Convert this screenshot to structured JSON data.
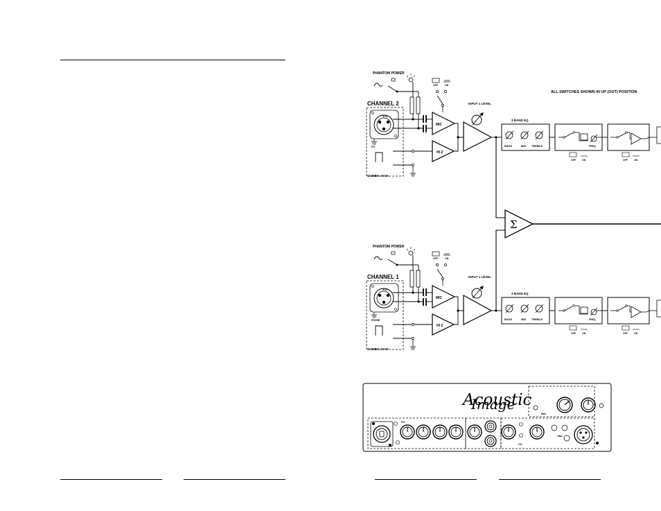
{
  "diagram": {
    "note": "ALL SWITCHES SHOWN IN UP (OUT) POSITION",
    "sum_symbol": "Σ",
    "channels": [
      {
        "title": "CHANNEL 2",
        "phantom": "PHANTOM POWER",
        "xlr": "XLR",
        "phone": "PH",
        "combo": "COMBO JACK",
        "mic": "MIC",
        "hiz": "HI Z",
        "input": "INPUT 1 LEVEL",
        "eq_title": "3 BAND EQ",
        "eq_bands": [
          "BASS",
          "MID",
          "TREBLE"
        ],
        "switch_top": [
          "OFF",
          "ON"
        ],
        "freq": "FREQ",
        "sw1": [
          "OFF",
          "ON"
        ],
        "sw2": [
          "OFF",
          "ON"
        ]
      },
      {
        "title": "CHANNEL 1",
        "phantom": "PHANTOM POWER",
        "xlr": "XLR",
        "phone": "PHONE",
        "combo": "COMBO JACK",
        "mic": "MIC",
        "hiz": "HI Z",
        "input": "INPUT 1 LEVEL",
        "eq_title": "3 BAND EQ",
        "eq_bands": [
          "BASS",
          "MID",
          "TREBLE"
        ],
        "switch_top": [
          "OFF",
          "ON"
        ],
        "freq": "FREQ",
        "sw1": [
          "OFF",
          "ON"
        ],
        "sw2": [
          "OFF",
          "ON"
        ]
      }
    ]
  },
  "panel": {
    "logo_line1": "Acoustic",
    "logo_line2": "Image",
    "small_label_top": "Mas",
    "small_label_mid": "Mas",
    "small_label_left": "CH",
    "small_label_bottom": "CH"
  }
}
